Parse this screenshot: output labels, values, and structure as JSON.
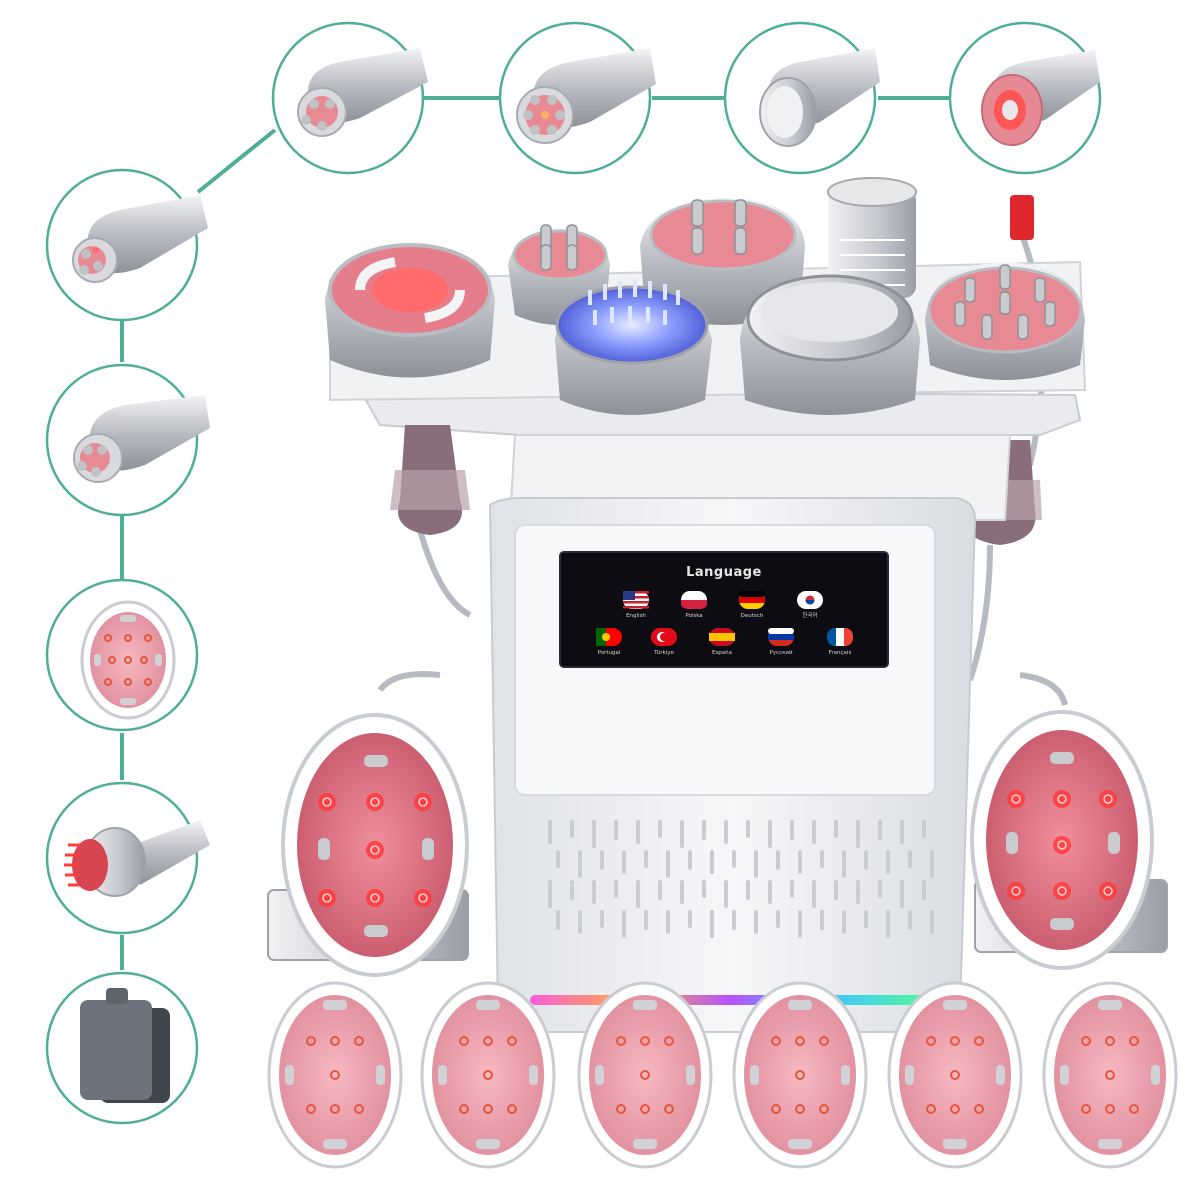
{
  "screen": {
    "title": "Language",
    "languages": [
      {
        "label": "English",
        "flag": "us-flag"
      },
      {
        "label": "Polska",
        "flag": "poland-flag"
      },
      {
        "label": "Deutsch",
        "flag": "germany-flag"
      },
      {
        "label": "한국어",
        "flag": "korea-flag"
      },
      {
        "label": "Portugal",
        "flag": "portugal-flag"
      },
      {
        "label": "Türkiye",
        "flag": "turkey-flag"
      },
      {
        "label": "España",
        "flag": "spain-flag"
      },
      {
        "label": "Русский",
        "flag": "russia-flag"
      },
      {
        "label": "Français",
        "flag": "france-flag"
      }
    ]
  },
  "colors": {
    "connector": "#4fae96",
    "pad_pink": "#f0a8b4",
    "led_red": "#ff3b3b",
    "machine_body": "#eceff2",
    "screen_bg": "#0c0c12"
  },
  "callouts": [
    "rf-handle-tripolar-icon",
    "rf-handle-sixpolar-icon",
    "cavitation-flat-handle-icon",
    "vacuum-cup-handle-icon",
    "rf-handle-small-icon",
    "rf-handle-medium-icon",
    "lipo-pad-icon",
    "red-light-brush-icon",
    "ems-electrode-pads-icon"
  ]
}
